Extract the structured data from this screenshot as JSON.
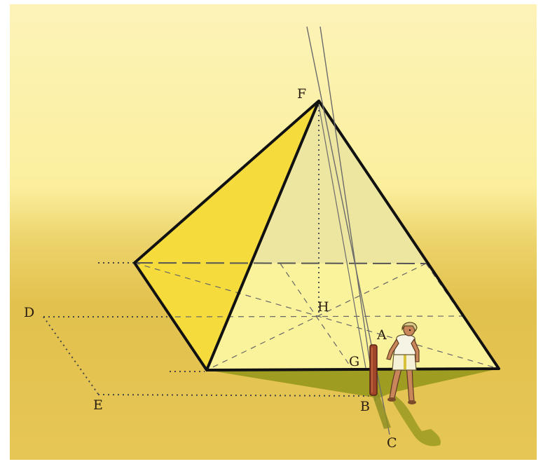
{
  "labels": {
    "F": "F",
    "H": "H",
    "D": "D",
    "E": "E",
    "A": "A",
    "G": "G",
    "B": "B",
    "C": "C"
  },
  "colors": {
    "sky": "#fdf2b4",
    "ground": "#e2c04e",
    "left_face": "#f6dd3a",
    "back_face": "#ddd6a6",
    "base": "#faf29a",
    "pyramid_shadow": "#9a9a1e",
    "outline": "#111111",
    "stick": "#a0452a"
  },
  "icons": {
    "figure": "egyptian-man-icon",
    "stick": "gnomon-stick-icon"
  }
}
